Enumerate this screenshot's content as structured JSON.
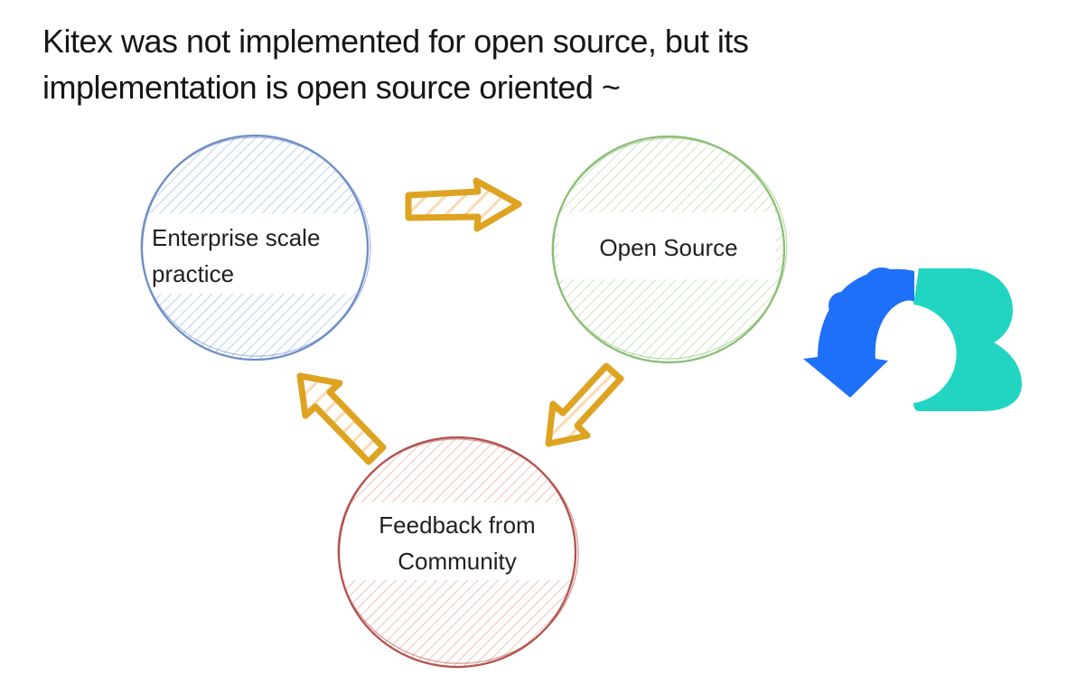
{
  "title": {
    "line1": "Kitex was not implemented for open source, but its",
    "line2": "implementation is open source oriented ~"
  },
  "diagram": {
    "nodes": [
      {
        "id": "enterprise",
        "label": "Enterprise scale practice",
        "line1": "Enterprise scale",
        "line2": "practice",
        "color": "#6d8dc7"
      },
      {
        "id": "open-source",
        "label": "Open Source",
        "line1": "Open Source",
        "line2": "",
        "color": "#8abf74"
      },
      {
        "id": "feedback",
        "label": "Feedback from Community",
        "line1": "Feedback from",
        "line2": "Community",
        "color": "#b2514c"
      }
    ],
    "arrows": [
      {
        "from": "enterprise",
        "to": "open-source",
        "direction": "right"
      },
      {
        "from": "open-source",
        "to": "feedback",
        "direction": "down-left"
      },
      {
        "from": "feedback",
        "to": "enterprise",
        "direction": "up-left"
      }
    ],
    "arrow_color": "#dda321"
  },
  "logo": {
    "name": "cloudwego-cloud-logo",
    "blue": "#1e70f9",
    "teal": "#21d5c2"
  },
  "colors": {
    "title-color": "#161616",
    "label-color": "#1f1f1f",
    "circle-blue": "#6d8dc7",
    "circle-blue-hatch": "#c9d8f0",
    "circle-green": "#8abf74",
    "circle-green-hatch": "#d6e9ce",
    "circle-red": "#b2514c",
    "circle-red-hatch": "#f3cdc9",
    "arrow": "#dda321",
    "arrow-hatch": "#f8dcb4",
    "logo-blue": "#1e70f9",
    "logo-teal": "#21d5c2",
    "bg": "#ffffff"
  }
}
